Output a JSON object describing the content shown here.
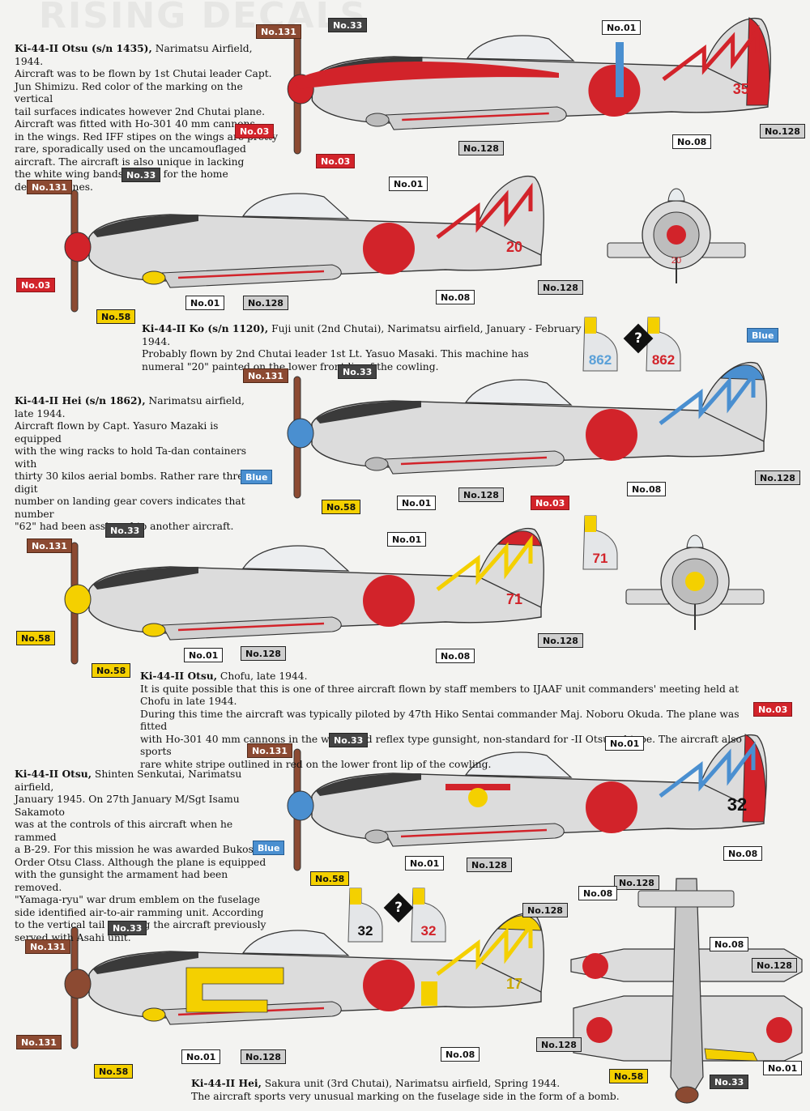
{
  "header": {
    "ghost_title": "RISING DECALS"
  },
  "colors": {
    "red": "#d2232a",
    "brown": "#8c4a32",
    "dark": "#444444",
    "yellow": "#f4d000",
    "blue": "#4a8fd0",
    "aircraft": "#dcdcdc"
  },
  "captions": {
    "c1": {
      "title": "Ki-44-II Otsu (s/n 1435),",
      "lines": [
        " Narimatsu Airfield, 1944.",
        "Aircraft was to be flown by 1st Chutai leader Capt.",
        "Jun Shimizu. Red color of the marking on the vertical",
        "tail surfaces indicates however 2nd Chutai plane.",
        "Aircraft was fitted with Ho-301 40 mm cannons",
        "in the wings. Red IFF stipes on the wings are pretty",
        "rare, sporadically used on the uncamouflaged",
        "aircraft. The aircraft is also unique in lacking",
        "the white wing bands typical for the home",
        "defense planes."
      ]
    },
    "c2": {
      "title": "Ki-44-II Ko (s/n 1120),",
      "lines": [
        "  Fuji unit (2nd Chutai), Narimatsu airfield, January - February 1944.",
        "Probably flown by 2nd Chutai leader 1st Lt. Yasuo Masaki. This machine has",
        "numeral \"20\" painted on the lower front lip of the cowling."
      ]
    },
    "c3": {
      "title": "Ki-44-II Hei (s/n 1862),",
      "lines": [
        " Narimatsu airfield, late 1944.",
        "Aircraft flown by Capt. Yasuro Mazaki is equipped",
        "with the wing racks to hold Ta-dan containers with",
        "thirty 30 kilos aerial bombs. Rather rare three digit",
        "number on landing gear covers indicates that number",
        "\"62\" had been assigned to another aircraft."
      ]
    },
    "c4": {
      "title": "Ki-44-II Otsu,",
      "lines": [
        "  Chofu, late 1944.",
        "It is quite possible that this is one of three aircraft flown by staff members to IJAAF unit commanders' meeting held at Chofu in late 1944.",
        "During this time the aircraft was typically piloted by 47th Hiko Sentai commander Maj. Noboru Okuda. The plane was fitted",
        "with Ho-301 40 mm cannons in the wings and reflex type gunsight, non-standard for -II Otsu subtype. The aircraft also sports",
        "rare white stripe outlined in red on the lower front lip of the cowling."
      ]
    },
    "c5": {
      "title": "Ki-44-II Otsu,",
      "lines": [
        " Shinten Senkutai, Narimatsu airfield,",
        "January 1945. On 27th January M/Sgt Isamu Sakamoto",
        "was at the controls of this aircraft when he rammed",
        "a B-29. For this mission he was awarded Bukosho",
        "Order Otsu Class. Although the plane is equipped",
        "with the gunsight the armament had been removed.",
        "\"Yamaga-ryu\" war drum emblem on the fuselage",
        "side identified air-to-air ramming unit. According",
        "to the vertical tail marking the aircraft previously",
        "served with Asahi unit."
      ]
    },
    "c6": {
      "title": "Ki-44-II Hei,",
      "lines": [
        " Sakura unit (3rd Chutai), Narimatsu airfield, Spring 1944.",
        "The aircraft sports very unusual marking on the fuselage side in the form of a bomb."
      ]
    }
  },
  "aircraft": [
    {
      "tail_number": "35",
      "tail_color": "#d2232a",
      "flash_color": "#d2232a"
    },
    {
      "tail_number": "20",
      "tail_color": "#dcdcdc",
      "flash_color": "#d2232a",
      "cowl_number": "20"
    },
    {
      "tail_number": "",
      "tail_color": "#4a8fd0",
      "flash_color": "#4a8fd0"
    },
    {
      "tail_number": "71",
      "tail_color": "#d2232a",
      "flash_color": "#f4d000"
    },
    {
      "tail_number": "32",
      "tail_color": "#d2232a",
      "flash_color": "#4a8fd0"
    },
    {
      "tail_number": "17",
      "tail_color": "#f4d000",
      "flash_color": "#f4d000"
    }
  ],
  "gear_covers": {
    "a": "862",
    "b": "862",
    "c": "71",
    "d": "32",
    "e": "32"
  },
  "question_mark": "?",
  "tags": {
    "t1": "No.131",
    "t2": "No.33",
    "t3": "No.01",
    "t4": "No.03",
    "t5": "No.03",
    "t6": "No.128",
    "t7": "No.08",
    "t8": "No.128",
    "t9": "No.131",
    "t10": "No.33",
    "t11": "No.01",
    "t12": "No.03",
    "t13": "No.58",
    "t14": "No.01",
    "t15": "No.128",
    "t16": "No.08",
    "t17": "No.128",
    "t18": "Blue",
    "t19": "No.131",
    "t20": "No.33",
    "t21": "Blue",
    "t22": "No.58",
    "t23": "No.01",
    "t24": "No.128",
    "t25": "No.08",
    "t26": "No.128",
    "t27": "No.03",
    "t28": "No.131",
    "t29": "No.33",
    "t30": "No.01",
    "t31": "No.58",
    "t32": "No.58",
    "t33": "No.01",
    "t34": "No.128",
    "t35": "No.08",
    "t36": "No.128",
    "t37": "No.03",
    "t38": "No.131",
    "t39": "No.33",
    "t40": "No.01",
    "t41": "Blue",
    "t42": "No.58",
    "t43": "No.01",
    "t44": "No.128",
    "t45": "No.08",
    "t46": "No.33",
    "t47": "No.131",
    "t48": "No.131",
    "t49": "No.58",
    "t50": "No.01",
    "t51": "No.128",
    "t52": "No.08",
    "t53": "No.128",
    "t54": "No.128",
    "t55": "No.08",
    "t56": "No.128",
    "t57": "No.08",
    "t58": "No.128",
    "t59": "No.58",
    "t60": "No.33",
    "t61": "No.01"
  }
}
